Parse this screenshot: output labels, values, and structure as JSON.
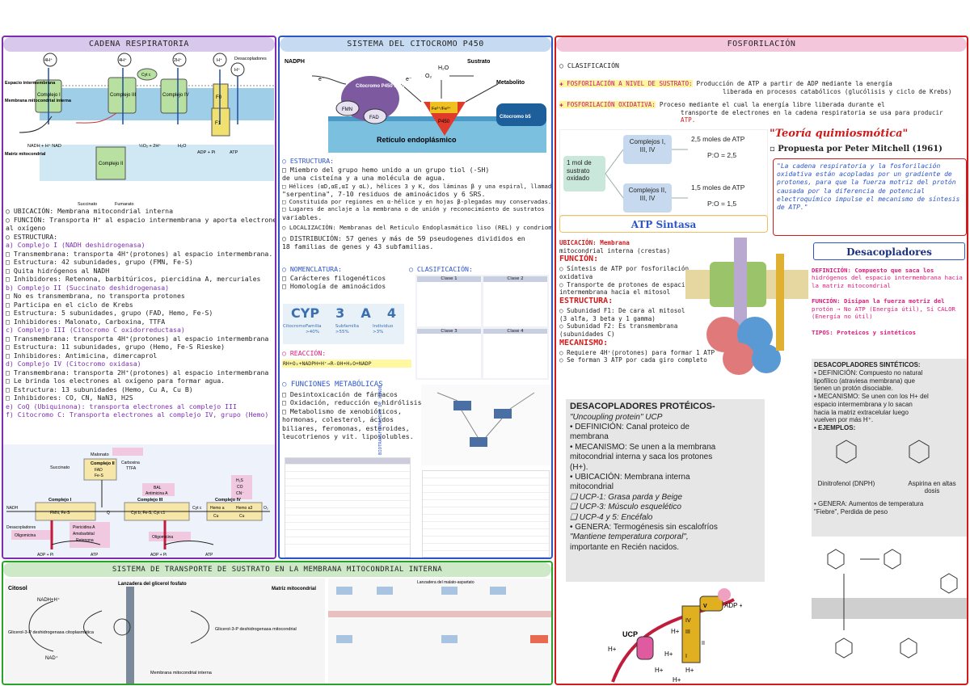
{
  "colors": {
    "purple": "#7b2fb0",
    "blue": "#2d55c8",
    "red": "#d11a1a",
    "green": "#2aa12a",
    "pink": "#e0197a"
  },
  "cadena": {
    "title": "CADENA RESPIRATORIA",
    "diagram": {
      "espacio": "Espacio intermembrana",
      "membrana": "Membrana mitocondrial interna",
      "matriz": "Matriz mitocondrial",
      "c1": "Complejo I",
      "c3": "Complejo III",
      "c4": "Complejo IV",
      "c2": "Complejo II",
      "cytc": "Cyt c",
      "fo": "F0",
      "f1": "F1",
      "desacopladores": "Desacopladores",
      "h4a": "4H⁺",
      "h4b": "4H⁺",
      "h2": "2H⁺",
      "hA": "H⁺",
      "hB": "H⁺",
      "nadh": "NADH + H⁺ NAD",
      "o2": "½O₂ + 2H⁺",
      "h2o": "H₂O",
      "adp": "ADP + Pi",
      "atp": "ATP",
      "succ": "Succinato",
      "fum": "Fumarato"
    },
    "lines": [
      "○ UBICACIÓN: Membrana mitocondrial interna",
      "○ FUNCIÓN: Transporta H⁺ al espacio intermembrana y aporta electrones",
      "      al oxígeno",
      "○ ESTRUCTURA:",
      "  a) Complejo I (NADH deshidrogenasa)",
      "    □ Transmembrana: transporta 4H⁺(protones) al espacio intermembrana.",
      "    □ Estructura: 42 subunidades, grupo (FMN, Fe-S)",
      "    □ Quita hidrógenos al NADH",
      "    □ Inhibidores: Retenona, barbitúricos, piercidina A, mercuriales",
      "  b) Complejo II (Succinato deshidrogenasa)",
      "    □ No es transmembrana, no transporta protones",
      "    □ Participa en el ciclo de Krebs",
      "    □ Estructura: 5 subunidades, grupo (FAD, Hemo, Fe-S)",
      "    □ Inhibidores: Malonato, Carboxina, TTFA",
      "  c) Complejo III (Citocromo C oxidorreductasa)",
      "    □ Transmembrana: transporta 4H⁺(protones) al espacio intermembrana",
      "    □ Estructura: 11 subunidades, grupo (Hemo, Fe-S Rieske)",
      "    □ Inhibidores: Antimicina, dimercaprol",
      "  d) Complejo IV (Citocromo oxidasa)",
      "    □ Transmembrana: transporta 2H⁺(protones) al espacio intermembrana",
      "    □ Le brinda los electrones al oxígeno para formar agua.",
      "    □ Estructura: 13 subunidades (Hemo, Cu A, Cu B)",
      "    □ Inhibidores: CO, CN, NaN3, H2S",
      "  e) CoQ (Ubiquinona): transporta electrones al complejo III",
      "  f) Citocromo C: Transporta electrones al complejo IV, grupo (Hemo)"
    ],
    "scheme": {
      "malonato": "Malonato",
      "complejoII": "Complejo II",
      "fad": "FAD",
      "fes": "Fe-S",
      "succinato": "Succinato",
      "carboxina": "Carboxina",
      "ttfa": "TTFA",
      "bal": "BAL",
      "antimicina": "Antimicina A",
      "h2s": "H₂S",
      "co": "CO",
      "cn": "CN⁻",
      "complejoI": "Complejo I",
      "complejoIII": "Complejo III",
      "complejoIV": "Complejo IV",
      "nadh": "NADH",
      "fmn": "FMN, Fe-S",
      "q": "Q",
      "cyt": "Cyt b, Fe-S, Cyt c1",
      "cytc": "Cyt c",
      "hemo": "Hemo a",
      "hemo3": "Hemo a3",
      "cu": "Cu",
      "cu2": "Cu",
      "o2": "O₂",
      "desac": "Desacopladores",
      "pier": "Piericidina A",
      "amob": "Amobarbital",
      "reten": "Retenona",
      "oligo1": "Oligomicina",
      "oligo2": "Oligomicina",
      "adp1": "ADP + Pi",
      "atp1": "ATP",
      "adp2": "ADP + Pi",
      "atp2": "ATP"
    }
  },
  "cyp": {
    "title": "SISTEMA DEL CITOCROMO P450",
    "figure": {
      "nadph": "NADPH",
      "e1": "e⁻",
      "e2": "e⁻",
      "red": "Citocromo P450 reductasa",
      "fmn": "FMN",
      "fad": "FAD",
      "o2": "O₂",
      "h2o": "H₂O",
      "sustrato": "Sustrato",
      "metabolito": "Metabolito",
      "fe": "Fe²⁺/Fe³⁺",
      "p450": "P450",
      "b5": "Citocromo b5",
      "reticulo": "Retículo endoplásmico"
    },
    "estructura_title": "○ ESTRUCTURA:",
    "estructura": [
      "□ Miembro del grupo hemo unido a un grupo tiol (-SH)",
      "   de una cisteína y a una molécula de agua.",
      "□ Hélices (αD,αE,αI y αL), hélices 3 y K, dos láminas β y una espiral, llamada",
      "   \"serpentina\", 7-10 residuos de aminoácidos y 6 SRS.",
      "□ Constituida por regiones en α-hélice y en hojas β-plegadas muy conservadas.",
      "□ Lugares de anclaje a la membrana o de unión y reconocimiento de sustratos",
      "   variables."
    ],
    "localizacion": "○ LOCALIZACIÓN: Membranas del Retículo Endoplasmático liso (REL) y condriomas",
    "distribucion": "○ DISTRIBUCIÓN: 57 genes y más de 59 pseudogenes divididos en",
    "distribucion2": "                18 familias de genes y 43 subfamilias.",
    "nomenclatura_title": "○ NOMENCLATURA:",
    "nomenclatura": [
      "□ Carácteres filogenéticos",
      "□ Homología de aminoácidos"
    ],
    "cyp_code": {
      "a": "CYP",
      "b": "3",
      "c": "A",
      "d": "4",
      "la": "Citocromo",
      "lb": "Familia >40%",
      "lc": "Subfamilia >55%",
      "ld": "Individuo >3%"
    },
    "reaccion_title": "○ REACCIÓN:",
    "reaccion": "RH+O₂+NADPH+H⁺→R-OH+H₂O+NADP",
    "funciones_title": "○ FUNCIONES METABÓLICAS",
    "funciones": [
      "□ Desintoxicación de fármacos",
      "□ Oxidación, reducción e hidrólisis",
      "□ Metabolismo de xenobióticos,",
      "   hormonas, colesterol, ácidos",
      "   biliares, feromonas, esteroides,",
      "   leucotrienos y vit. liposolubles."
    ],
    "clasificacion_title": "○ CLASIFICACIÓN:",
    "clases": [
      "Clase 1",
      "Clase 2",
      "Clase 3",
      "Clase 4"
    ],
    "vertical": "MECANISMO DE BIOTRANSFORMACIÓN DE XENOBIÓTICOS"
  },
  "fosfo": {
    "title": "FOSFORILACIÓN",
    "clasificacion": "○ CLASIFICACIÓN",
    "nivel_label": "✚ FOSFORILACIÓN A NIVEL DE SUSTRATO:",
    "nivel_text1": "Producción de ATP a partir de ADP mediante la energía",
    "nivel_text2": "liberada en procesos catabólicos (glucólisis y ciclo de Krebs)",
    "oxid_label": "✚ FOSFORILACIÓN OXIDATIVA:",
    "oxid_text1": "Proceso mediante el cual la energía libre liberada durante el",
    "oxid_text2": "transporte de electrones en la cadena respiratoria se usa para producir",
    "oxid_text3": "ATP.",
    "mol": "1 mol de sustrato oxidado",
    "comp1": "Complejos I, III, IV",
    "comp2": "Complejos II, III, IV",
    "atp1": "2,5 moles de ATP",
    "po1": "P:O = 2,5",
    "atp2": "1,5 moles de ATP",
    "po2": "P:O = 1,5",
    "teoria": "\"Teoría quimiosmótica\"",
    "propuesta": "▫ Propuesta por Peter Mitchell (1961)",
    "quote": [
      "\"La cadena respiratoria y la fosforilación",
      "oxidativa están acopladas por un gradiente de",
      "protones, para que la fuerza motriz del protón",
      "causada por la diferencia de potencial",
      "electroquímico impulse el mecanismo de síntesis",
      "de ATP.\""
    ]
  },
  "sintasa": {
    "title": "ATP Sintasa",
    "lines": [
      "UBICACIÓN: Membrana",
      "mitocondrial interna (crestas)",
      "FUNCIÓN:",
      "○ Síntesis de ATP por fosforilación",
      "   oxidativa",
      "○ Transporte de protones de espacio",
      "   intermembrana hacia el mitosol",
      "ESTRUCTURA:",
      "○ Subunidad F1: De cara al mitosol",
      "   (3 alfa, 3 beta y 1 gamma)",
      "○ Subunidad F2: Es transmembrana",
      "   (subunidades C)",
      "MECANISMO:",
      "○ Requiere 4H⁺(protones) para formar 1 ATP",
      "○ Se forman 3 ATP por cada giro completo"
    ]
  },
  "desac": {
    "title": "Desacopladores",
    "def": [
      "DEFINICIÓN: Compuesto que saca los",
      "hidrógenos del espacio intermembrana hacia",
      "la matriz mitocondrial"
    ],
    "fun": [
      "FUNCIÓN: Disipan la fuerza motriz del",
      "protón → No ATP (Energía útil), Sí CALOR",
      "(Energía no útil)"
    ],
    "tipos": "TIPOS: Proteicos y sintéticos",
    "sint_title": "DESACOPLADORES SINTÉTICOS:",
    "sint": [
      "• DEFINICIÓN: Compuesto no natural",
      "  lipofílico (atraviesa membrana) que",
      "  tienen un protón disociable.",
      "• MECANISMO: Se unen con los H+ del",
      "  espacio intermembrana y lo sacan",
      "  hacia la matriz extracelular luego",
      "  vuelven por más H⁺.",
      "• EJEMPLOS:"
    ],
    "dnph": "Dinitrofenol (DNPH)",
    "aspirina": "Aspirina en altas dosis",
    "genera": [
      "• GENERA: Aumentos de temperatura",
      "  \"Fiebre\", Perdida de peso"
    ]
  },
  "ucp": {
    "title": "DESACOPLADORES PROTÉICOS-",
    "sub": "\"Uncoupling protein\" UCP",
    "lines": [
      "• DEFINICIÓN: Canal proteico de",
      "  membrana",
      "• MECANISMO: Se unen a la membrana",
      "  mitocondrial interna y saca los protones",
      "  (H+).",
      "• UBICACIÓN: Membrana interna",
      "  mitocondrial",
      "    ❑ UCP-1: Grasa parda y Beige",
      "    ❑ UCP-3: Músculo esquelético",
      "    ❑ UCP-4 y 5: Encéfalo",
      "• GENERA: Termogénesis sin escalofríos",
      "  \"Mantiene temperatura corporal\",",
      "  importante en Recién nacidos."
    ],
    "fig": {
      "ucp": "UCP",
      "adp": "ADP +Pi",
      "h1": "H+",
      "h2": "H+",
      "h3": "H+",
      "h4": "H+",
      "h5": "H+",
      "h6": "H+",
      "iv": "IV",
      "iii": "III",
      "ii": "II",
      "i": "I",
      "v": "V"
    }
  },
  "lanz": {
    "title": "SISTEMA DE TRANSPORTE DE SUSTRATO EN LA MEMBRANA MITOCONDRIAL INTERNA",
    "fig1": {
      "lanz": "Lanzadera del glicerol fosfato",
      "citosol": "Citosol",
      "matriz": "Matriz mitocondrial",
      "nadh": "NADH+H⁺",
      "nad": "NAD⁺",
      "g3p1": "Glicerol-3-P deshidrogenasa citoplasmática",
      "g3p2": "Glicerol-3-P deshidrogenasa mitocondrial",
      "memb": "Membrana mitocondrial interna"
    },
    "fig2": {
      "lanz": "Lanzadera del malato-aspartato"
    }
  }
}
